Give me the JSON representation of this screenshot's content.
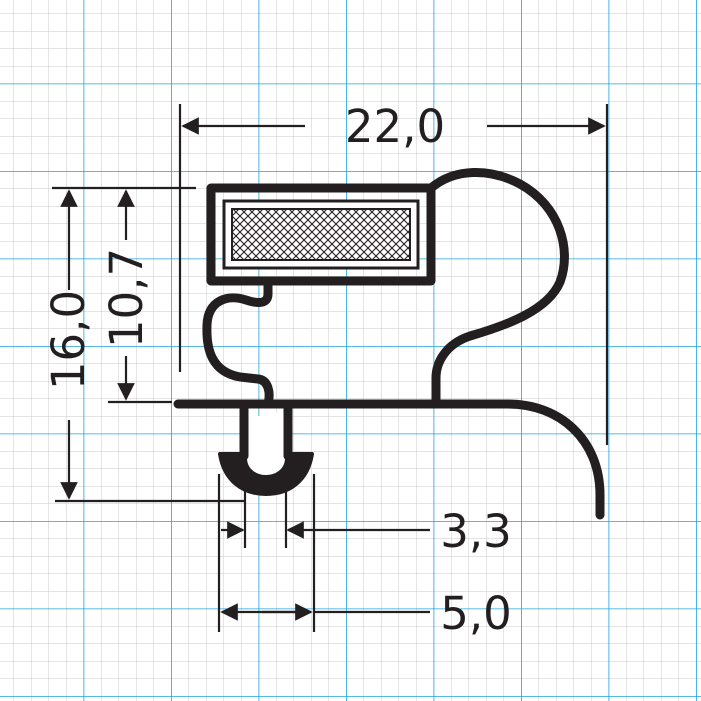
{
  "drawing": {
    "grid": {
      "minor_color": "#c9c9c9",
      "major_color": "#1fa3dc",
      "background": "#ffffff"
    },
    "ink_color": "#231f20",
    "magnet_fill": "#ffffff",
    "dimensions": {
      "overall_width": "22,0",
      "overall_height": "16,0",
      "upper_height": "10,7",
      "dart_inner_width": "3,3",
      "dart_outer_width": "5,0"
    }
  }
}
